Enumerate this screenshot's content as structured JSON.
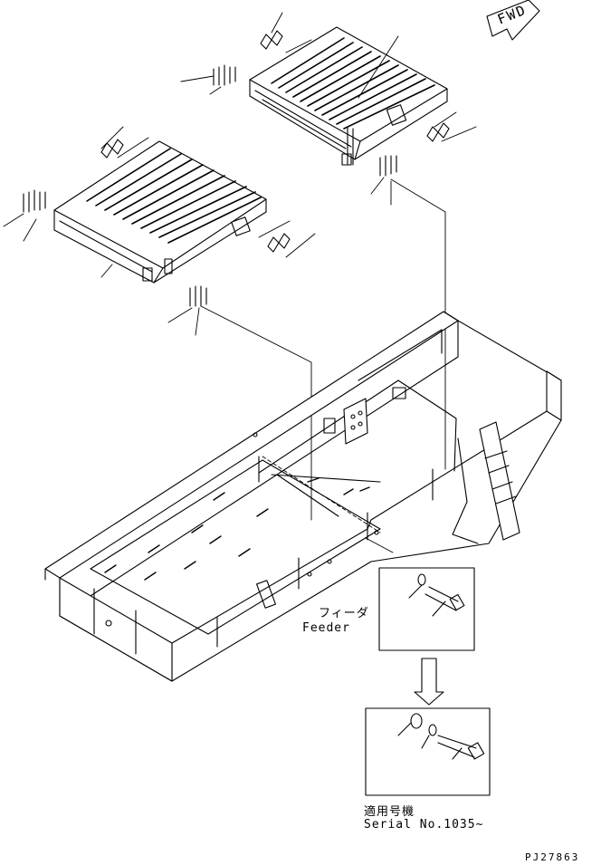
{
  "fwd_label": "FWD",
  "feeder": {
    "japanese": "フィーダ",
    "english": "Feeder"
  },
  "serial": {
    "japanese": "適用号機",
    "english": "Serial No.1035~"
  },
  "drawing_code": "PJ27863"
}
